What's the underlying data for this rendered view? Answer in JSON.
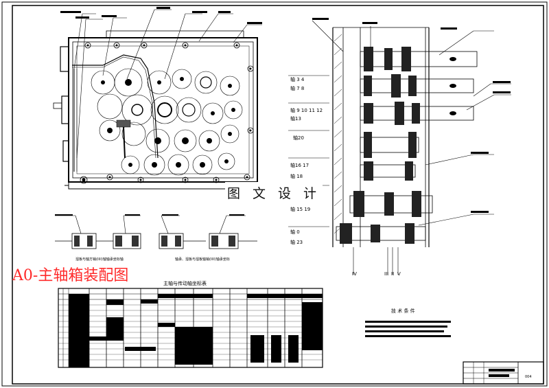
{
  "drawing": {
    "title": "A0-主轴箱装配图",
    "watermark": "图 文 设 计",
    "table_title": "主轴与传动轴坐标表",
    "tech_title": "技 术 条 件",
    "sheet_no": "004",
    "section_views": {
      "caption_left": "溜板与轴方销(IIII)轴轴承坐标轴",
      "caption_right": "轴承、溜板与溜板轴销(IIII)轴承坐标"
    },
    "shaft_labels": [
      "轴 3  4",
      "轴 7  8",
      "轴 9 10 11 12",
      "轴13",
      "轴20",
      "轴16  17",
      "轴 18",
      "轴 15  19",
      "轴 0",
      "轴 23"
    ],
    "bottom_marks": [
      "IV",
      "III",
      "II",
      "V"
    ],
    "colors": {
      "line": "#000000",
      "title": "#ff2a2a",
      "background": "#ffffff"
    }
  }
}
